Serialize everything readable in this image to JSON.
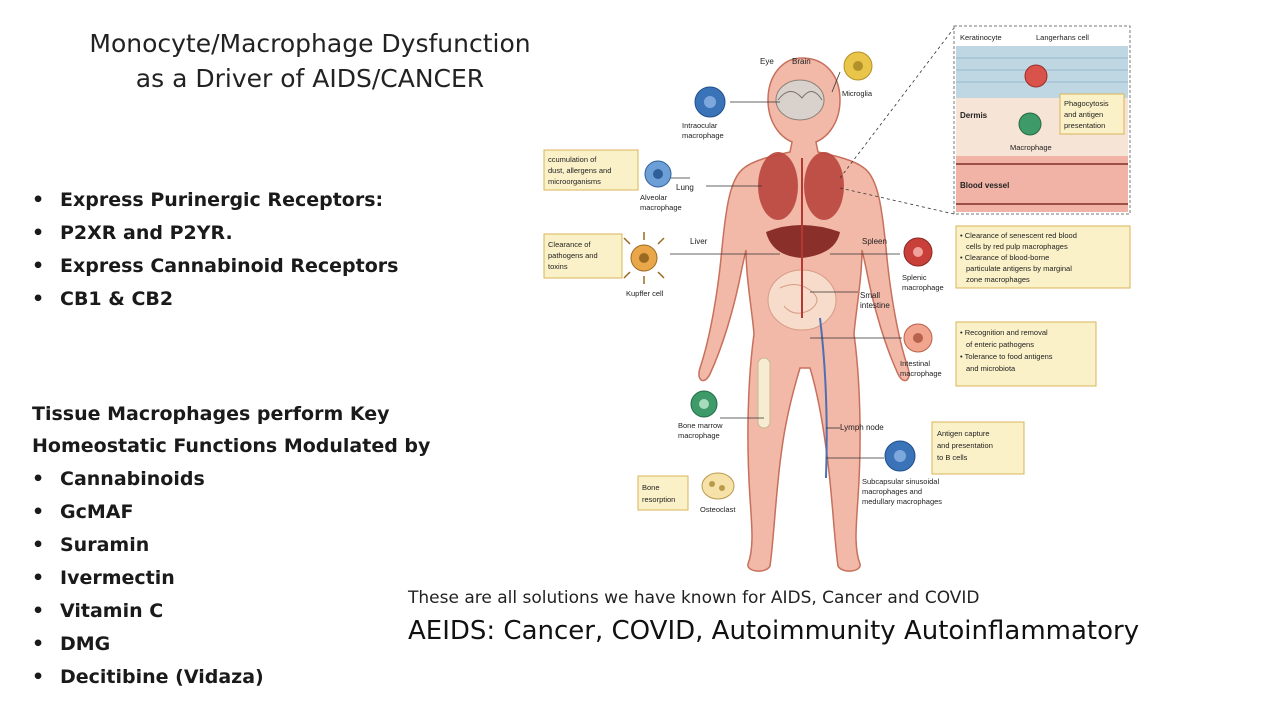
{
  "title": {
    "line1": "Monocyte/Macrophage Dysfunction",
    "line2": "as a Driver of AIDS/CANCER"
  },
  "bullets_top": [
    "Express Purinergic Receptors:",
    "P2XR and P2YR.",
    "Express Cannabinoid Receptors",
    "CB1 & CB2"
  ],
  "subhead": {
    "line1": "Tissue Macrophages perform Key",
    "line2": "Homeostatic Functions Modulated by"
  },
  "bullets_bottom": [
    "Cannabinoids",
    "GcMAF",
    "Suramin",
    "Ivermectin",
    "Vitamin C",
    "DMG",
    "Decitibine (Vidaza)"
  ],
  "caption_small": "These are all solutions we have known for AIDS, Cancer and COVID",
  "caption_big": "AEIDS: Cancer, COVID, Autoimmunity Autoinflammatory",
  "diagram": {
    "organs": {
      "eye": "Eye",
      "brain": "Brain",
      "lung": "Lung",
      "liver": "Liver",
      "spleen": "Spleen",
      "small_intestine_1": "Small",
      "small_intestine_2": "intestine",
      "lymph_node": "Lymph node"
    },
    "cells": {
      "microglia": "Microglia",
      "intraocular_1": "Intraocular",
      "intraocular_2": "macrophage",
      "alveolar_1": "Alveolar",
      "alveolar_2": "macrophage",
      "kupffer": "Kupffer cell",
      "splenic_1": "Splenic",
      "splenic_2": "macrophage",
      "intestinal_1": "Intestinal",
      "intestinal_2": "macrophage",
      "bone_marrow_1": "Bone marrow",
      "bone_marrow_2": "macrophage",
      "osteoclast": "Osteoclast",
      "subcapsular_1": "Subcapsular sinusoidal",
      "subcapsular_2": "macrophages and",
      "subcapsular_3": "medullary macrophages"
    },
    "boxes": {
      "dust_1": "ccumulation of",
      "dust_2": "dust, allergens and",
      "dust_3": "microorganisms",
      "pathogens_1": "Clearance of",
      "pathogens_2": "pathogens and",
      "pathogens_3": "toxins",
      "spleen_1": "• Clearance of senescent red blood",
      "spleen_2": "cells by red pulp macrophages",
      "spleen_3": "• Clearance of blood-borne",
      "spleen_4": "particulate antigens by marginal",
      "spleen_5": "zone macrophages",
      "intestine_1": "• Recognition and removal",
      "intestine_2": "of enteric pathogens",
      "intestine_3": "• Tolerance to food antigens",
      "intestine_4": "and microbiota",
      "antigen_1": "Antigen capture",
      "antigen_2": "and presentation",
      "antigen_3": "to B cells",
      "bone_1": "Bone",
      "bone_2": "resorption"
    },
    "skin": {
      "keratinocyte": "Keratinocyte",
      "langerhans": "Langerhans cell",
      "dermis": "Dermis",
      "macrophage": "Macrophage",
      "phago_1": "Phagocytosis",
      "phago_2": "and antigen",
      "phago_3": "presentation",
      "blood_vessel": "Blood vessel"
    },
    "colors": {
      "body": "#f2b8a8",
      "body_outline": "#c7705c",
      "box_fill": "#fbf1c8",
      "box_border": "#d9b55a",
      "blue_cell": "#3b73b9",
      "green_cell": "#3f9a6a",
      "red_cell": "#c9403a",
      "yellow_cell": "#e9c64a"
    }
  }
}
